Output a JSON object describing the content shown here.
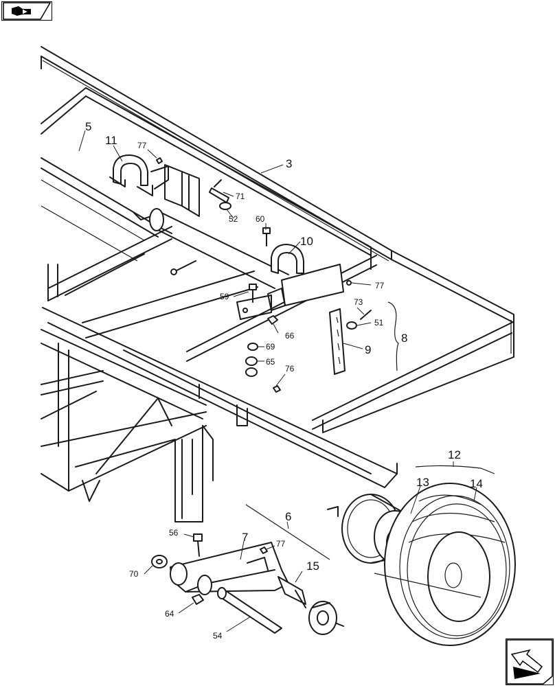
{
  "icons": {
    "top_nav": "book-arrow-icon",
    "bottom_nav": "next-page-arrow-icon"
  },
  "callouts": {
    "c3": "3",
    "c5": "5",
    "c6": "6",
    "c7": "7",
    "c8": "8",
    "c9": "9",
    "c10": "10",
    "c11": "11",
    "c12": "12",
    "c13": "13",
    "c14": "14",
    "c15": "15",
    "c51": "51",
    "c52": "52",
    "c54": "54",
    "c56": "56",
    "c59": "59",
    "c60": "60",
    "c64": "64",
    "c65": "65",
    "c66": "66",
    "c69": "69",
    "c70": "70",
    "c71": "71",
    "c73": "73",
    "c76": "76",
    "c77a": "77",
    "c77b": "77",
    "c77c": "77"
  }
}
